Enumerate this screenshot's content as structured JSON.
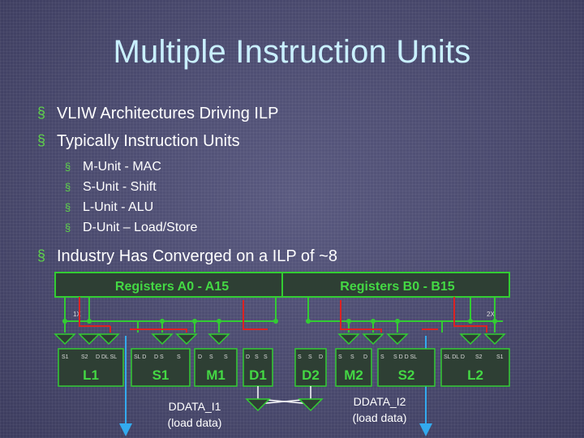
{
  "title": "Multiple Instruction Units",
  "bullets": [
    "VLIW Architectures Driving ILP",
    "Typically Instruction Units"
  ],
  "sub_bullets": [
    "M-Unit - MAC",
    "S-Unit - Shift",
    "L-Unit - ALU",
    "D-Unit – Load/Store"
  ],
  "final_bullet": "Industry Has Converged on a ILP of ~8",
  "bullet_marker": "§",
  "diagram": {
    "reg_a": "Registers A0 - A15",
    "reg_b": "Registers B0 - B15",
    "cross_a": "1X",
    "cross_b": "2X",
    "units": [
      {
        "name": "L1",
        "ports": [
          "S1",
          "S2",
          "D DL SL"
        ]
      },
      {
        "name": "S1",
        "ports": [
          "SL D",
          "D S",
          "S"
        ]
      },
      {
        "name": "M1",
        "ports": [
          "D",
          "S",
          "S"
        ]
      },
      {
        "name": "D1",
        "ports": [
          "D",
          "S",
          "S"
        ]
      },
      {
        "name": "D2",
        "ports": [
          "S",
          "S",
          "D"
        ]
      },
      {
        "name": "M2",
        "ports": [
          "S",
          "S",
          "D"
        ]
      },
      {
        "name": "S2",
        "ports": [
          "S",
          "S D D SL"
        ]
      },
      {
        "name": "L2",
        "ports": [
          "SL DL D",
          "S2",
          "S1"
        ]
      }
    ],
    "ddata1_name": "DDATA_I1",
    "ddata1_desc": "(load data)",
    "ddata2_name": "DDATA_I2",
    "ddata2_desc": "(load data)"
  },
  "colors": {
    "title": "#c9f0ff",
    "marker": "#5fd44a",
    "green_line": "#33cc33",
    "red_line": "#dd2222",
    "blue_line": "#33aaee",
    "box_fill": "#2e3f34"
  }
}
